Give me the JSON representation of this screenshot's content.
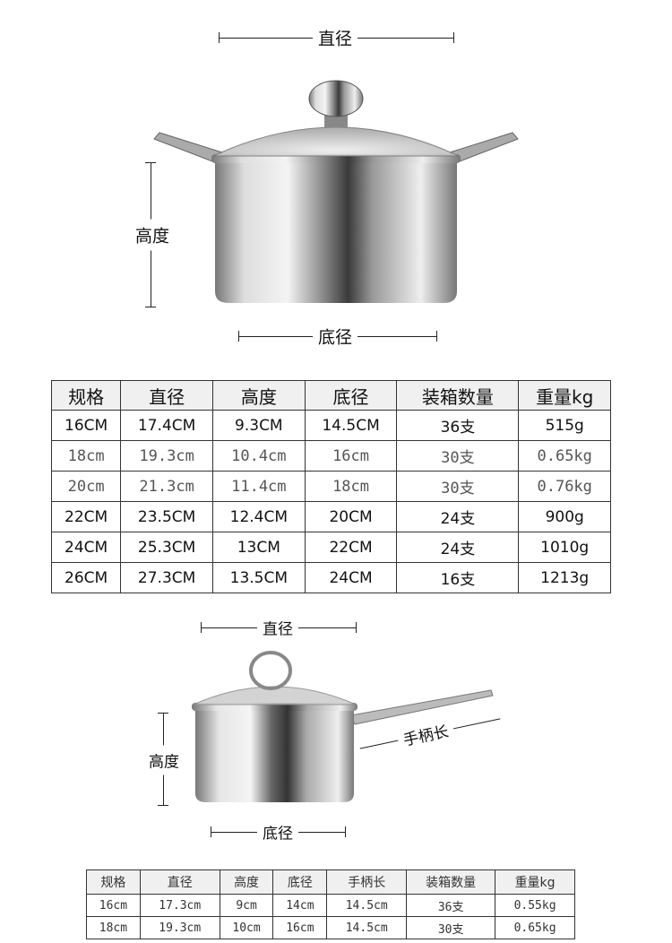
{
  "stockpot": {
    "labels": {
      "diameter": "直径",
      "height": "高度",
      "base_diameter": "底径"
    }
  },
  "table1": {
    "headers": [
      "规格",
      "直径",
      "高度",
      "底径",
      "装箱数量",
      "重量kg"
    ],
    "rows": [
      [
        "16CM",
        "17.4CM",
        "9.3CM",
        "14.5CM",
        "36支",
        "515g"
      ],
      [
        "18cm",
        "19.3cm",
        "10.4cm",
        "16cm",
        "30支",
        "0.65kg"
      ],
      [
        "20cm",
        "21.3cm",
        "11.4cm",
        "18cm",
        "30支",
        "0.76kg"
      ],
      [
        "22CM",
        "23.5CM",
        "12.4CM",
        "20CM",
        "24支",
        "900g"
      ],
      [
        "24CM",
        "25.3CM",
        "13CM",
        "22CM",
        "24支",
        "1010g"
      ],
      [
        "26CM",
        "27.3CM",
        "13.5CM",
        "24CM",
        "16支",
        "1213g"
      ]
    ]
  },
  "saucepan": {
    "labels": {
      "diameter": "直径",
      "height": "高度",
      "base_diameter": "底径",
      "handle_length": "手柄长"
    }
  },
  "table2": {
    "headers": [
      "规格",
      "直径",
      "高度",
      "底径",
      "手柄长",
      "装箱数量",
      "重量kg"
    ],
    "rows": [
      [
        "16cm",
        "17.3cm",
        "9cm",
        "14cm",
        "14.5cm",
        "36支",
        "0.55kg"
      ],
      [
        "18cm",
        "19.3cm",
        "10cm",
        "16cm",
        "14.5cm",
        "30支",
        "0.65kg"
      ]
    ]
  }
}
